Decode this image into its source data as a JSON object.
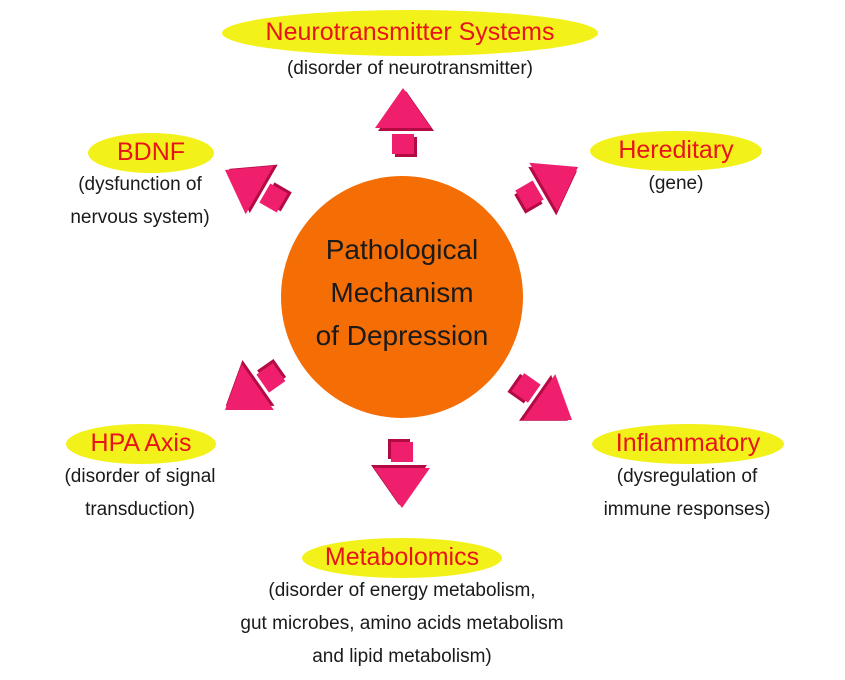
{
  "center": {
    "lines": [
      "Pathological",
      "Mechanism",
      "of Depression"
    ]
  },
  "colors": {
    "center_fill": "#f56d05",
    "pill_fill": "#f2f21a",
    "title_text": "#e8141b",
    "arrow_fill": "#f01f6e",
    "arrow_shadow": "#b30a44"
  },
  "nodes": {
    "neurotransmitter": {
      "title": "Neurotransmitter Systems",
      "desc": [
        "(disorder of neurotransmitter)"
      ]
    },
    "hereditary": {
      "title": "Hereditary",
      "desc": [
        "(gene)"
      ]
    },
    "bdnf": {
      "title": "BDNF",
      "desc": [
        "(dysfunction of",
        "nervous system)"
      ]
    },
    "hpa": {
      "title": "HPA Axis",
      "desc": [
        "(disorder of signal",
        "transduction)"
      ]
    },
    "inflammatory": {
      "title": "Inflammatory",
      "desc": [
        "(dysregulation of",
        "immune responses)"
      ]
    },
    "metabolomics": {
      "title": "Metabolomics",
      "desc": [
        "(disorder of energy metabolism,",
        "gut microbes, amino acids metabolism",
        "and lipid metabolism)"
      ]
    }
  }
}
